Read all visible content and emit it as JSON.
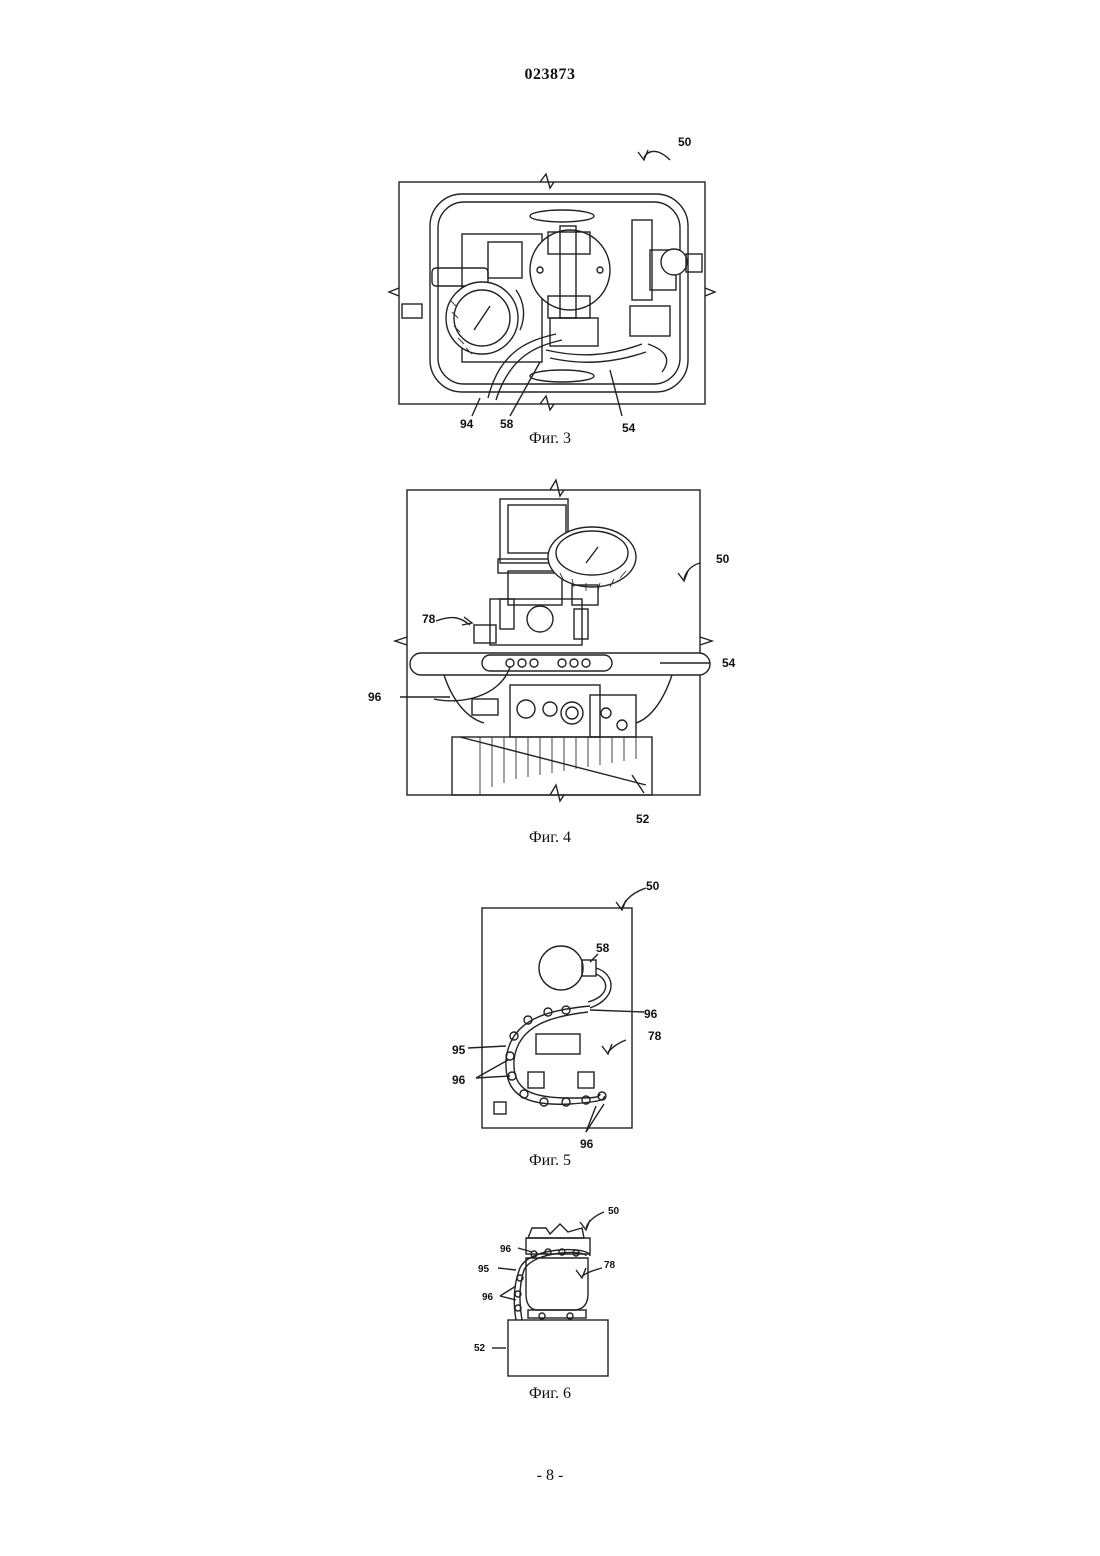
{
  "header": {
    "document_number": "023873"
  },
  "figures": [
    {
      "id": "fig3",
      "caption": "Фиг. 3",
      "labels": {
        "assembly": "50",
        "l94": "94",
        "l58": "58",
        "l54": "54"
      }
    },
    {
      "id": "fig4",
      "caption": "Фиг. 4",
      "labels": {
        "assembly": "50",
        "l78": "78",
        "l54": "54",
        "l96": "96",
        "l52": "52"
      }
    },
    {
      "id": "fig5",
      "caption": "Фиг. 5",
      "labels": {
        "assembly": "50",
        "l58": "58",
        "l96a": "96",
        "l95": "95",
        "l96b": "96",
        "l78": "78",
        "l96c": "96"
      }
    },
    {
      "id": "fig6",
      "caption": "Фиг. 6",
      "labels": {
        "assembly": "50",
        "l96a": "96",
        "l78": "78",
        "l95": "95",
        "l96b": "96",
        "l52": "52"
      }
    }
  ],
  "footer": {
    "page_number": "- 8 -"
  }
}
